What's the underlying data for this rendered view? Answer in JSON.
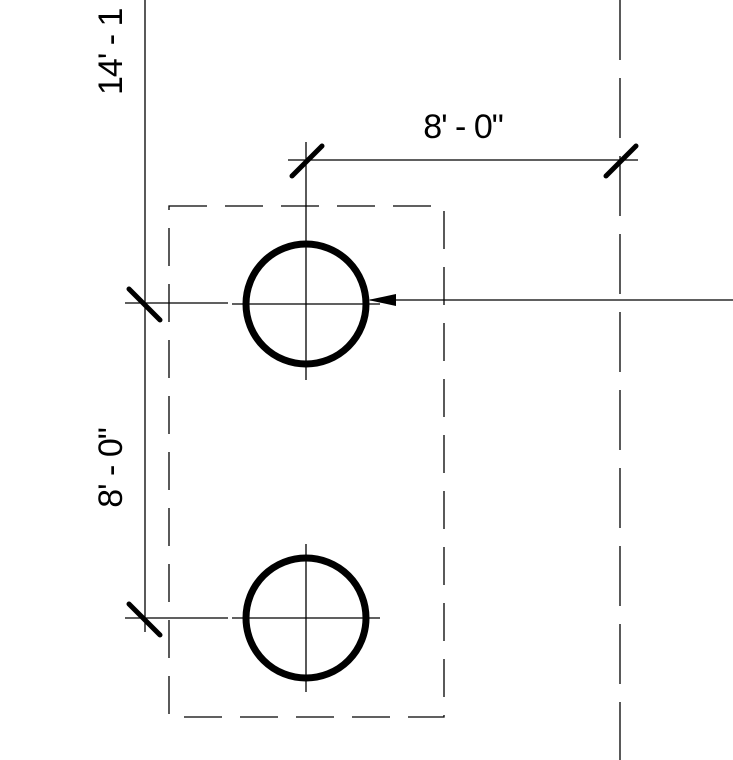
{
  "dimensions": {
    "vertical_top": "14' - 1",
    "horizontal_spacing": "8' - 0\"",
    "vertical_spacing": "8' - 0\""
  },
  "colors": {
    "ink": "#000000",
    "background": "#ffffff"
  }
}
